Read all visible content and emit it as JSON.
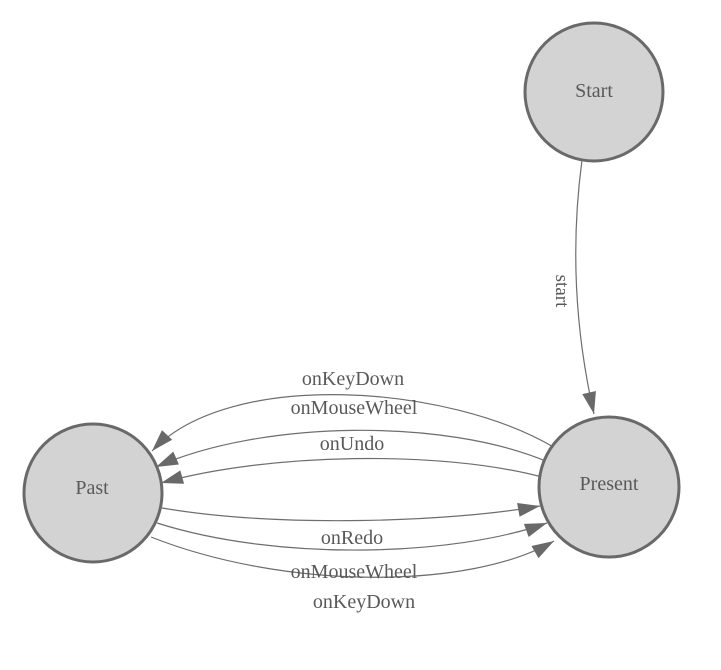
{
  "diagram": {
    "type": "state-machine",
    "background": "#ffffff",
    "colors": {
      "node_fill": "#d3d3d3",
      "node_stroke": "#696969",
      "edge_stroke": "#6e6e6e",
      "arrow_fill": "#696969",
      "label_text": "#595959"
    },
    "nodes": [
      {
        "id": "start",
        "label": "Start"
      },
      {
        "id": "present",
        "label": "Present"
      },
      {
        "id": "past",
        "label": "Past"
      }
    ],
    "edges": [
      {
        "from": "start",
        "to": "present",
        "label": "start"
      },
      {
        "from": "present",
        "to": "past",
        "label": "onKeyDown"
      },
      {
        "from": "present",
        "to": "past",
        "label": "onMouseWheel"
      },
      {
        "from": "present",
        "to": "past",
        "label": "onUndo"
      },
      {
        "from": "past",
        "to": "present",
        "label": "onRedo"
      },
      {
        "from": "past",
        "to": "present",
        "label": "onMouseWheel"
      },
      {
        "from": "past",
        "to": "present",
        "label": "onKeyDown"
      }
    ]
  }
}
